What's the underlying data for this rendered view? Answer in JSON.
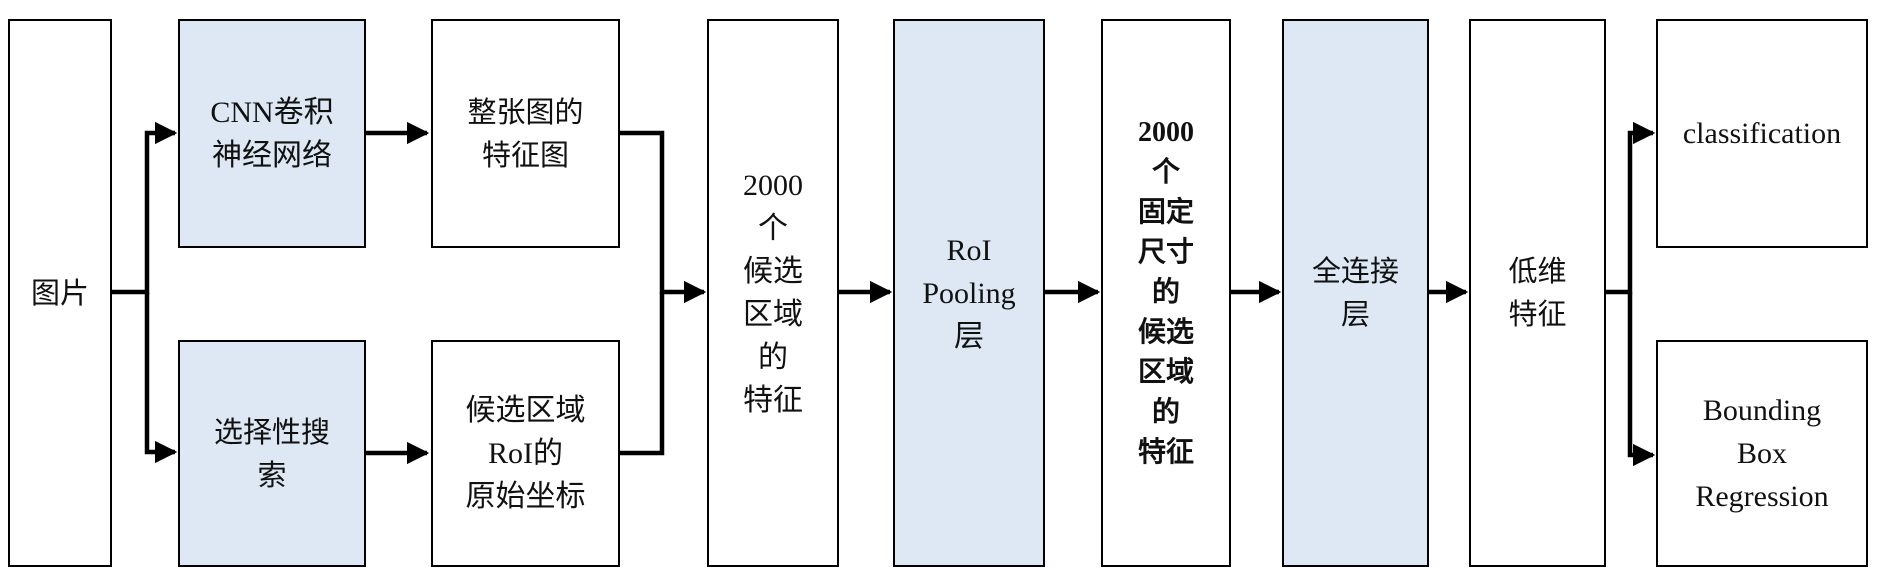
{
  "diagram": {
    "nodes": {
      "image": {
        "label": "图片"
      },
      "cnn": {
        "label": "CNN卷积\n神经网络"
      },
      "selective": {
        "label": "选择性搜\n索"
      },
      "feature_map": {
        "label": "整张图的\n特征图"
      },
      "roi_coords": {
        "label": "候选区域\nRoI的\n原始坐标"
      },
      "proposal_feat": {
        "label": "2000\n个\n候选\n区域\n的\n特征"
      },
      "roi_pooling": {
        "label": "RoI\nPooling\n层"
      },
      "fixed_feat": {
        "label": "2000\n个\n固定\n尺寸\n的\n候选\n区域\n的\n特征"
      },
      "fc": {
        "label": "全连接\n层"
      },
      "low_dim": {
        "label": "低维\n特征"
      },
      "cls": {
        "label": "classification"
      },
      "bbox": {
        "label": "Bounding\nBox\nRegression"
      }
    },
    "colors": {
      "highlight_fill": "#dde8f4",
      "plain_fill": "#ffffff",
      "stroke": "#000000"
    }
  }
}
